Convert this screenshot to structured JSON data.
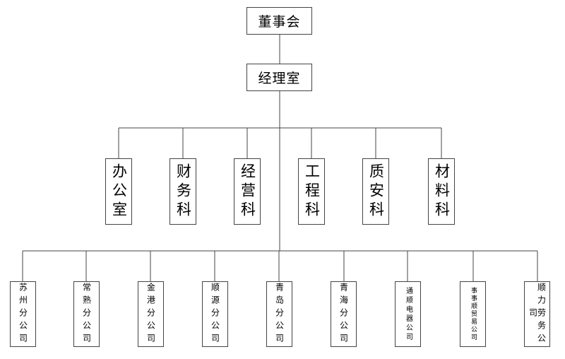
{
  "org_chart": {
    "root": {
      "label": "董事会"
    },
    "office": {
      "label": "经理室"
    },
    "departments": [
      {
        "label": "办公室"
      },
      {
        "label": "财务科"
      },
      {
        "label": "经营科"
      },
      {
        "label": "工程科"
      },
      {
        "label": "质安科"
      },
      {
        "label": "材料科"
      }
    ],
    "subsidiaries": [
      {
        "label": "苏州分公司"
      },
      {
        "label": "常熟分公司"
      },
      {
        "label": "金港分公司"
      },
      {
        "label": "顺源分公司"
      },
      {
        "label": "青岛分公司"
      },
      {
        "label": "青海分公司"
      },
      {
        "label": "通顺电器公司"
      },
      {
        "label": "事事顺贸易公司"
      },
      {
        "label": "顺力劳务公司"
      }
    ]
  },
  "colors": {
    "line": "#444444",
    "box_border": "#444444",
    "background": "#ffffff",
    "text": "#000000"
  }
}
